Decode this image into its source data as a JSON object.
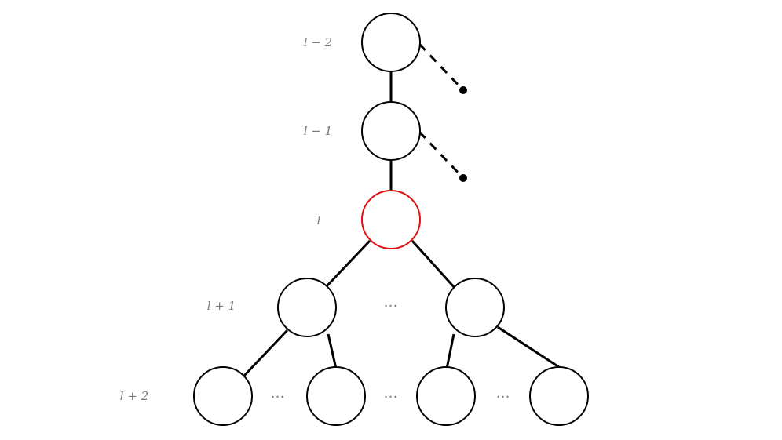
{
  "levels": {
    "l_minus_2": "l − 2",
    "l_minus_1": "l − 1",
    "l": "l",
    "l_plus_1": "l + 1",
    "l_plus_2": "l + 2"
  },
  "ellipsis": "⋯",
  "colors": {
    "node_stroke": "#000000",
    "highlight_node_stroke": "#e01010",
    "label_text": "#7a7a7a"
  }
}
